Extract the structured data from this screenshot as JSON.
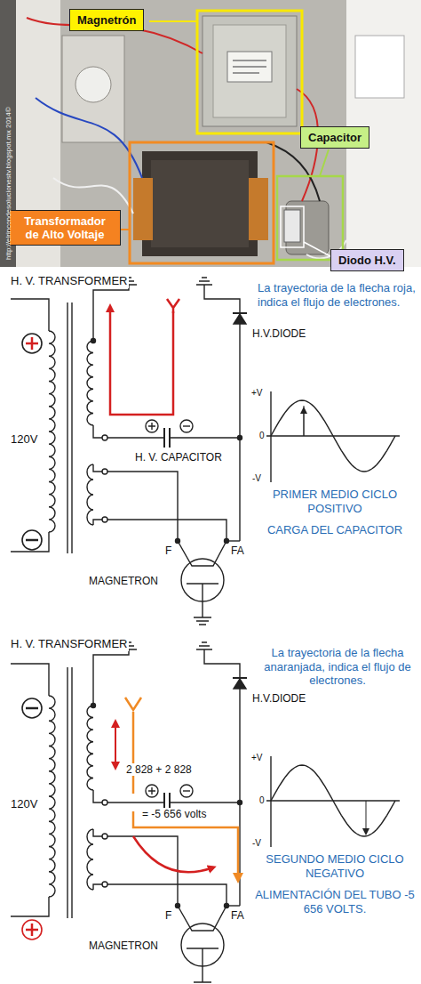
{
  "diagram": {
    "nodes": [
      {
        "text": [
          "Magnetrón"
        ]
      },
      {
        "text": [
          "Capacitor"
        ]
      },
      {
        "text": [
          "Transformador de Alto Voltaje"
        ]
      },
      {
        "text": [
          "Diodo H.V."
        ]
      }
    ],
    "labels": [
      "http://elrincondesolucionestv.blogspot.mx 2014©",
      "H. V. TRANSFORMER",
      "La trayectoria de la flecha roja, indica el flujo de electrones.",
      "H.V.DIODE",
      "120V",
      "H. V. CAPACITOR",
      "+V",
      "0",
      "-V",
      "PRIMER MEDIO CICLO POSITIVO",
      "CARGA DEL CAPACITOR",
      "F",
      "FA",
      "MAGNETRON",
      "H. V. TRANSFORMER",
      "La trayectoria de la flecha anaranjada, indica el flujo de electrones.",
      "H.V.DIODE",
      "120V",
      "2 828 + 2 828",
      "= -5 656 volts",
      "+V",
      "0",
      "-V",
      "SEGUNDO MEDIO CICLO NEGATIVO",
      "ALIMENTACIÓN DEL TUBO -5 656 VOLTS.",
      "F",
      "FA",
      "MAGNETRON"
    ]
  }
}
